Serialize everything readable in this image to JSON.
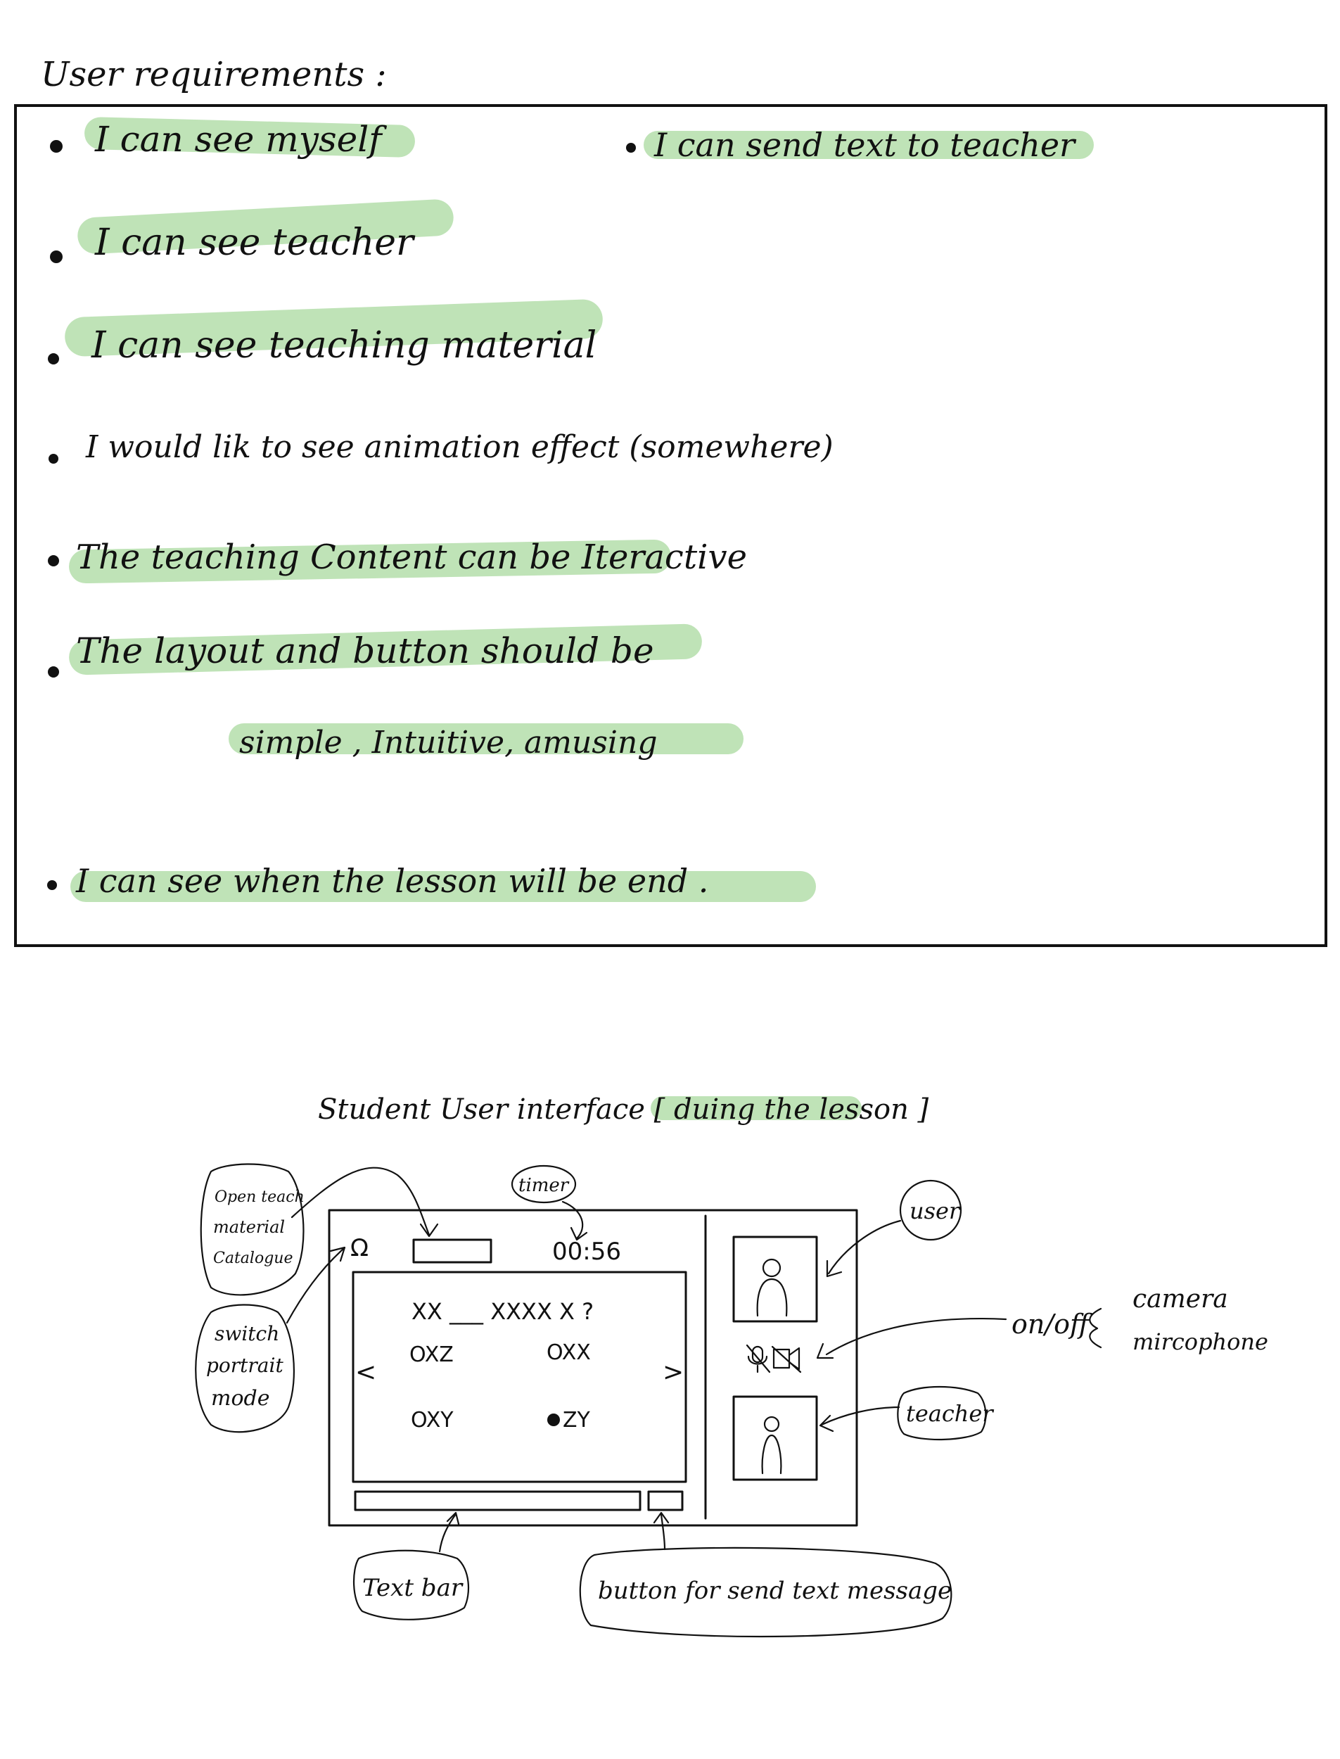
{
  "requirements": {
    "heading": "User requirements :",
    "items": [
      "I can see myself",
      "I can send text to teacher",
      "I can see teacher",
      "I can see teaching material",
      "I would lik to see animation effect (somewhere)",
      "The teaching Content can be Iteractive",
      "The layout and button should be",
      "simple , Intuitive, amusing",
      "I can see when the lesson will be end ."
    ]
  },
  "sketch": {
    "title": "Student User interface [ duing the lesson ]",
    "timer": "00:56",
    "question": "XX ___ XXXX X ?",
    "options": [
      "OXZ",
      "OXX",
      "OXY",
      "ZY"
    ],
    "nav_prev": "<",
    "nav_next": ">",
    "catalogue_glyph": "Ω",
    "annotations": {
      "open_catalogue": [
        "Open teach",
        "material",
        "Catalogue"
      ],
      "timer": "timer",
      "switch_mode": [
        "switch",
        "portrait",
        "mode"
      ],
      "user": "user",
      "teacher": "teacher",
      "onoff": "on/off",
      "camera": "camera",
      "microphone": "mircophone",
      "text_bar": "Text bar",
      "send_button": "button for send text message"
    }
  },
  "colors": {
    "highlight": "#bfe3b7",
    "ink": "#111111"
  }
}
